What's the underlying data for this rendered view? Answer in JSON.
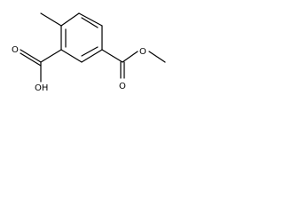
{
  "molecule": {
    "atom_labels": {
      "carboxylic_acid_carbonyl_oxygen": "O",
      "carboxylic_acid_hydroxyl": "OH",
      "ester_carbonyl_oxygen": "O",
      "ester_ether_oxygen": "O"
    },
    "colors": {
      "bond": "#000000",
      "text": "#000000",
      "background": "#ffffff"
    }
  }
}
